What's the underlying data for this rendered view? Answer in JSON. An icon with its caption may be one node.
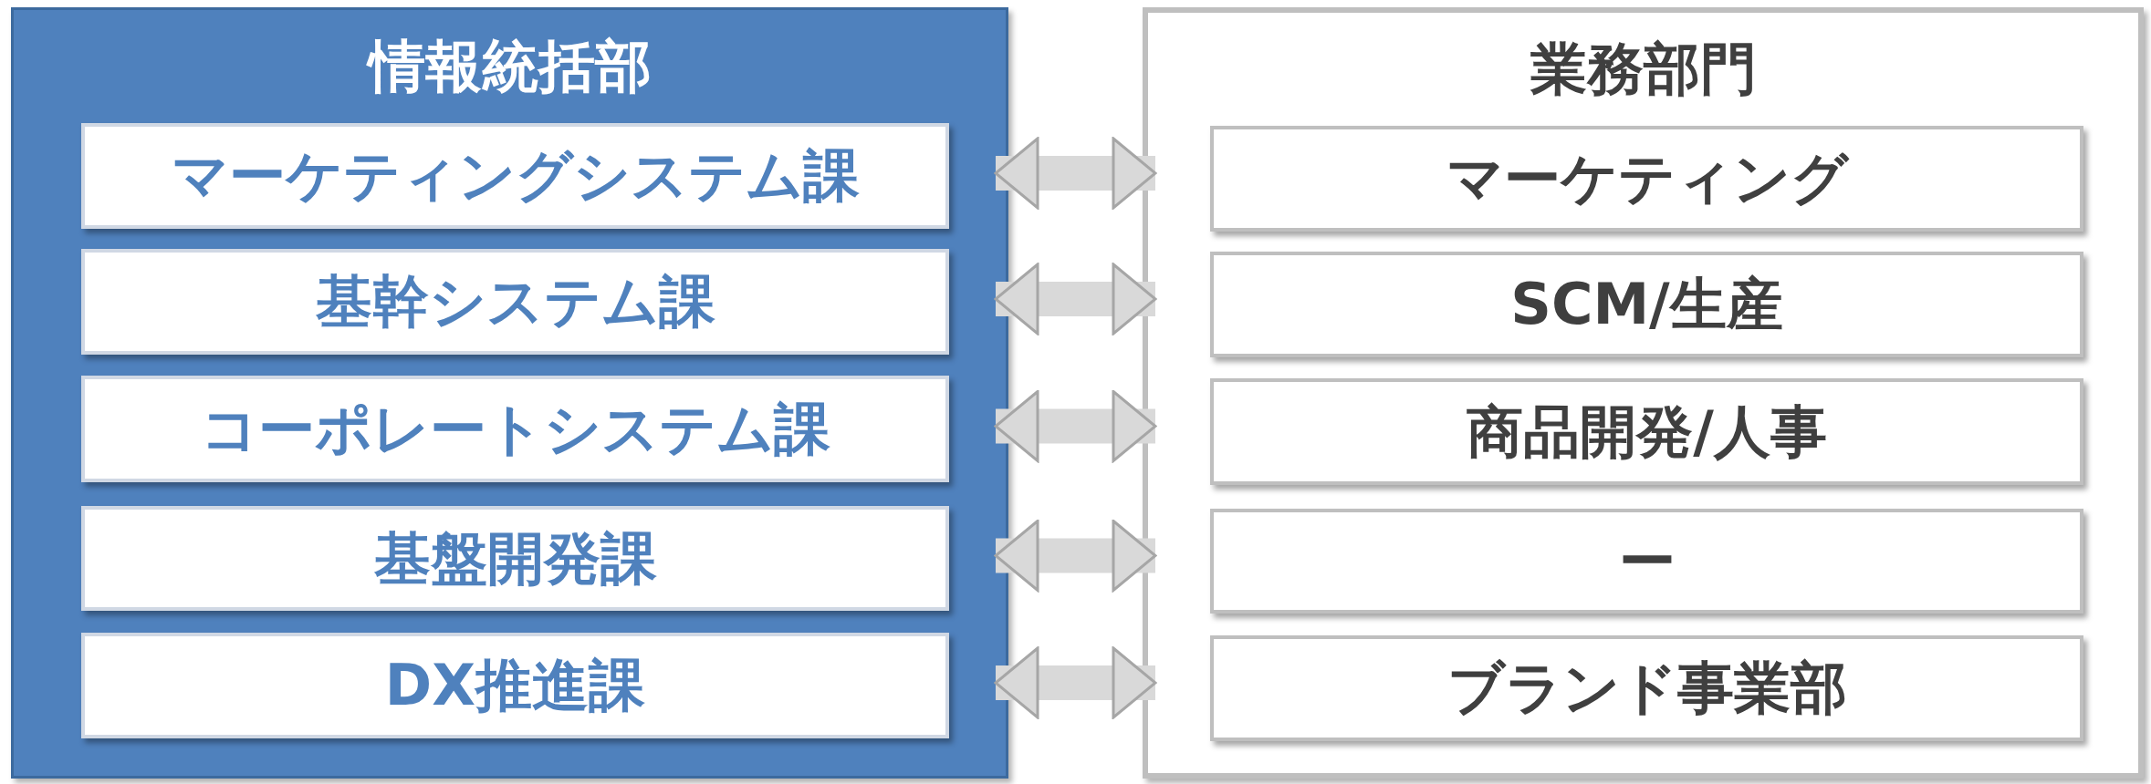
{
  "diagram": {
    "nodes": [
      {
        "text": [
          "情報統括部"
        ]
      },
      {
        "text": [
          "マーケティングシステム課"
        ],
        "in": 0
      },
      {
        "text": [
          "基幹システム課"
        ],
        "in": 0
      },
      {
        "text": [
          "コーポレートシステム課"
        ],
        "in": 0
      },
      {
        "text": [
          "基盤開発課"
        ],
        "in": 0
      },
      {
        "text": [
          "DX推進課"
        ],
        "in": 0
      },
      {
        "text": [
          "業務部門"
        ]
      },
      {
        "text": [
          "マーケティング"
        ],
        "in": 6
      },
      {
        "text": [
          "SCM/生産"
        ],
        "in": 6
      },
      {
        "text": [
          "商品開発/人事"
        ],
        "in": 6
      },
      {
        "text": [
          "ー"
        ],
        "in": 6
      },
      {
        "text": [
          "ブランド事業部"
        ],
        "in": 6
      }
    ],
    "edges": [
      {
        "from": 1,
        "to": 7,
        "arrow": "both"
      },
      {
        "from": 2,
        "to": 8,
        "arrow": "both"
      },
      {
        "from": 3,
        "to": 9,
        "arrow": "both"
      },
      {
        "from": 4,
        "to": 10,
        "arrow": "both"
      },
      {
        "from": 5,
        "to": 11,
        "arrow": "both"
      }
    ]
  }
}
